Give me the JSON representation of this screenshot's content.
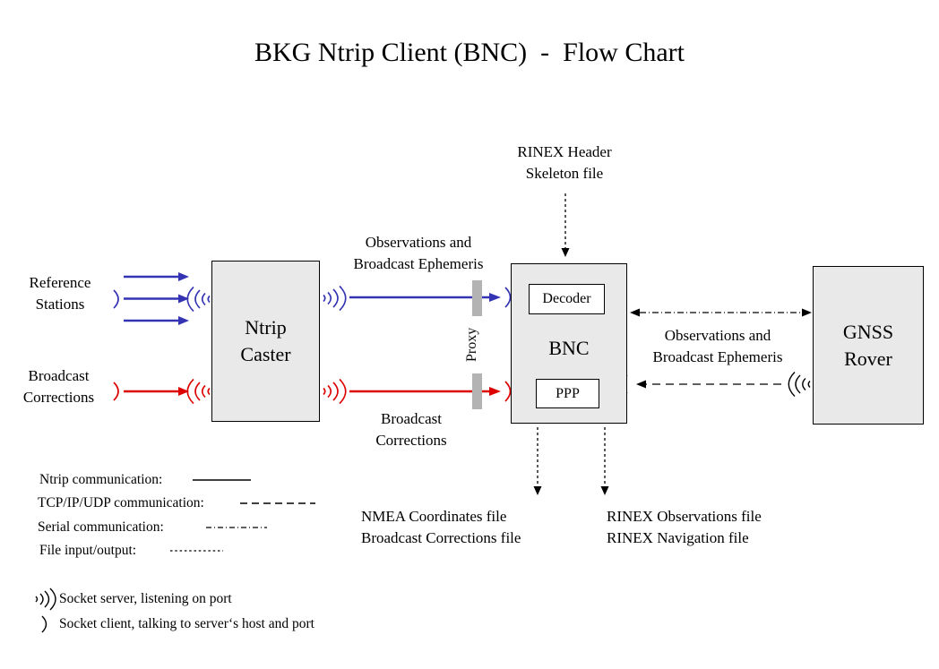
{
  "title": "BKG Ntrip Client (BNC)  -  Flow Chart",
  "colors": {
    "ntrip_blue": "#3333b3",
    "ntrip_red": "#dd0000",
    "box_fill": "#e9e9e9",
    "box_border": "#000000",
    "proxy_gray": "#b3b3b3"
  },
  "boxes": {
    "ntrip_caster": {
      "line1": "Ntrip",
      "line2": "Caster"
    },
    "bnc": {
      "label": "BNC",
      "decoder": "Decoder",
      "ppp": "PPP"
    },
    "gnss_rover": {
      "line1": "GNSS",
      "line2": "Rover"
    }
  },
  "labels": {
    "reference_stations": {
      "line1": "Reference",
      "line2": "Stations"
    },
    "broadcast_corrections_input": {
      "line1": "Broadcast",
      "line2": "Corrections"
    },
    "obs_ephemeris_caster_bnc": {
      "line1": "Observations and",
      "line2": "Broadcast Ephemeris"
    },
    "broadcast_corrections_caster_bnc": {
      "line1": "Broadcast",
      "line2": "Corrections"
    },
    "proxy": "Proxy",
    "rinex_header_skeleton": {
      "line1": "RINEX Header",
      "line2": "Skeleton file"
    },
    "obs_ephemeris_rover_bnc": {
      "line1": "Observations and",
      "line2": "Broadcast Ephemeris"
    }
  },
  "outputs": {
    "nmea_group": {
      "line1": "NMEA Coordinates file",
      "line2": "Broadcast Corrections file"
    },
    "rinex_group": {
      "line1": "RINEX Observations file",
      "line2": "RINEX Navigation file"
    }
  },
  "legend": {
    "items": [
      {
        "label": "Ntrip communication:",
        "style": "solid"
      },
      {
        "label": "TCP/IP/UDP communication:",
        "style": "dashed"
      },
      {
        "label": "Serial communication:",
        "style": "dash-dot"
      },
      {
        "label": "File input/output:",
        "style": "short-dash"
      }
    ],
    "socket_server": "Socket server, listening on port",
    "socket_client": "Socket client, talking to server‘s host and port"
  },
  "icons": {
    "socket_server": "wave-arcs-4",
    "socket_client": "single-arc"
  }
}
